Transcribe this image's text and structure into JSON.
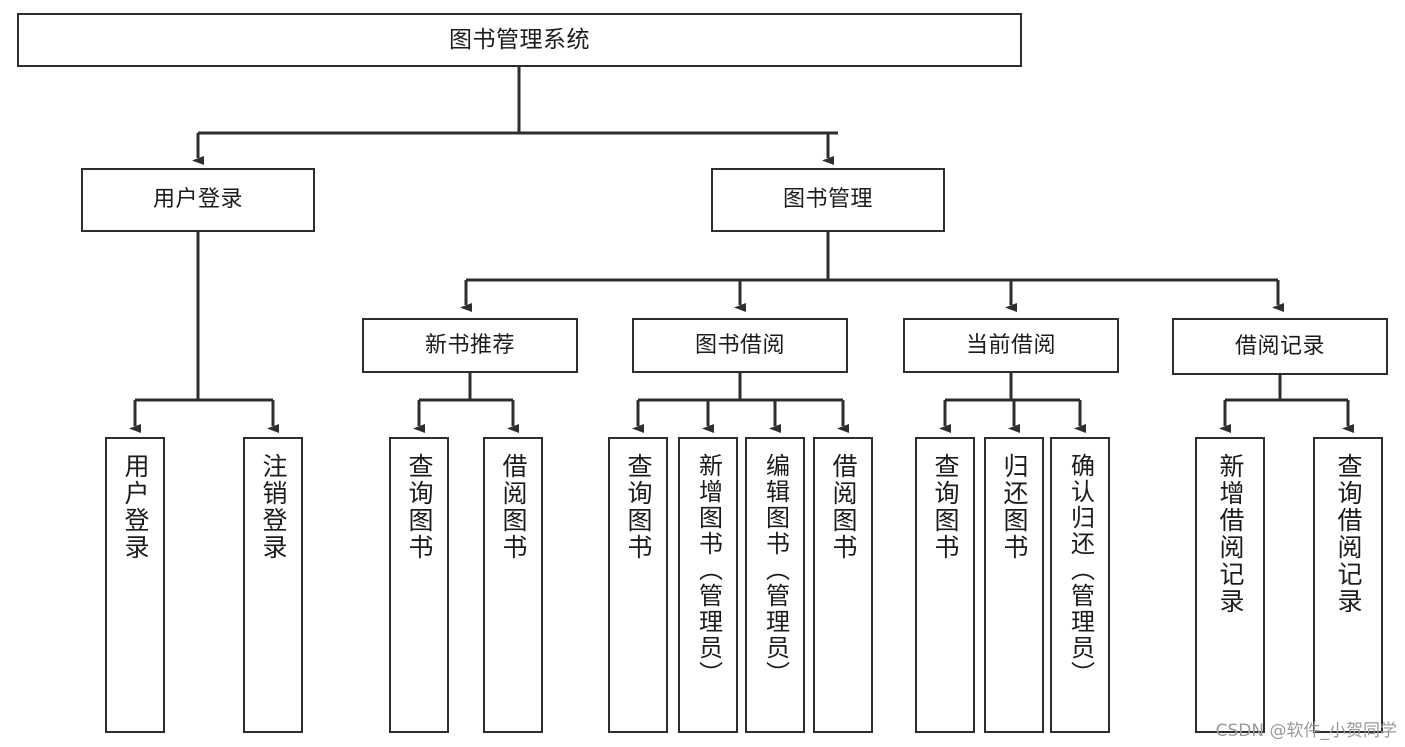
{
  "diagram": {
    "title": "图书管理系统",
    "type": "tree-hierarchy",
    "root": {
      "label": "图书管理系统"
    },
    "level2": [
      {
        "label": "用户登录"
      },
      {
        "label": "图书管理"
      }
    ],
    "level3": [
      {
        "label": "新书推荐"
      },
      {
        "label": "图书借阅"
      },
      {
        "label": "当前借阅"
      },
      {
        "label": "借阅记录"
      }
    ],
    "leaves": {
      "user_login": [
        {
          "label": "用户登录"
        },
        {
          "label": "注销登录"
        }
      ],
      "new_book_recommend": [
        {
          "label": "查询图书"
        },
        {
          "label": "借阅图书"
        }
      ],
      "book_borrow": [
        {
          "label": "查询图书"
        },
        {
          "label": "新增图书（管理员）"
        },
        {
          "label": "编辑图书（管理员）"
        },
        {
          "label": "借阅图书"
        }
      ],
      "current_borrow": [
        {
          "label": "查询图书"
        },
        {
          "label": "归还图书"
        },
        {
          "label": "确认归还（管理员）"
        }
      ],
      "borrow_record": [
        {
          "label": "新增借阅记录"
        },
        {
          "label": "查询借阅记录"
        }
      ]
    }
  },
  "watermark": {
    "text": "CSDN @软件_小贺同学"
  },
  "colors": {
    "box_border": "#2e2e2e",
    "box_fill": "#ffffff",
    "connector": "#2e2e2e",
    "text": "#1c1c1c",
    "watermark": "#9a9a9a"
  }
}
